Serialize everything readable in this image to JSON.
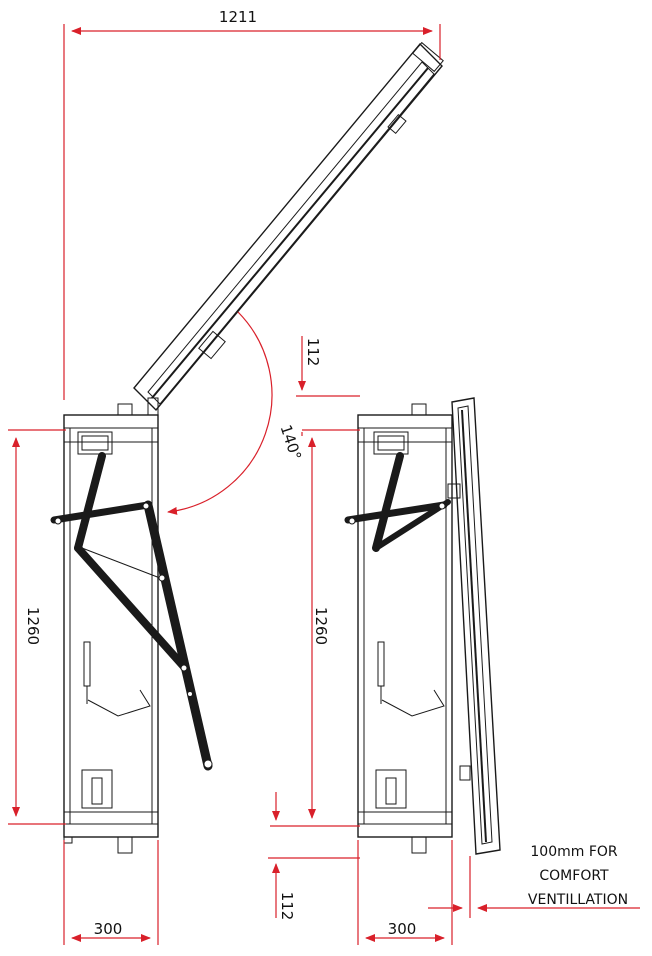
{
  "dimensions": {
    "top_width": "1211",
    "open_angle": "140°",
    "height_left": "1260",
    "height_right": "1260",
    "top_offset": "112",
    "bottom_offset": "112",
    "depth_left": "300",
    "depth_right": "300"
  },
  "notes": {
    "ventilation_line1": "100mm FOR",
    "ventilation_line2": "COMFORT",
    "ventilation_line3": "VENTILLATION"
  },
  "colors": {
    "dimension": "#d9202a",
    "line": "#1a1a1a"
  }
}
